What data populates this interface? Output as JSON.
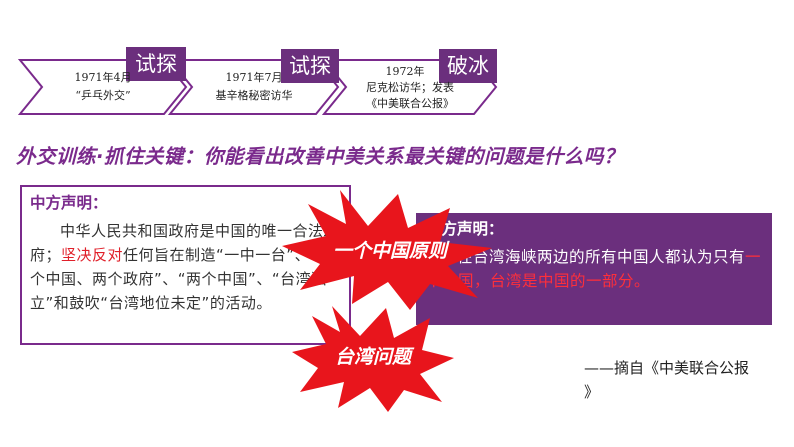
{
  "timeline": {
    "events": [
      {
        "tag": "试探",
        "date": "1971年4月",
        "desc": "“乒乓外交”"
      },
      {
        "tag": "试探",
        "date": "1971年7月",
        "desc": "基辛格秘密访华"
      },
      {
        "tag": "破冰",
        "date": "1972年",
        "desc_line1": "尼克松访华；发表",
        "desc_line2": "《中美联合公报》"
      }
    ]
  },
  "headline": "外交训练·抓住关键：你能看出改善中美关系最关键的问题是什么吗？",
  "china_statement": {
    "title": "中方声明：",
    "text_a": "中华人民共和国政府是中国的唯一合法政府；",
    "text_red": "坚决反对",
    "text_b": "任何旨在制造“一中一台”、“一个中国、两个政府”、“两个中国”、“台湾独立”和鼓吹“台湾地位未定”的活动。"
  },
  "us_statement": {
    "title": "美方声明：",
    "text_a": "在台湾海峡两边的所有中国人都认为只有",
    "text_red": "一个中国，台湾是中国的一部分。"
  },
  "bursts": {
    "top": "一个中国原则",
    "bottom": "台湾问题"
  },
  "source": {
    "line1": "——摘自《中美联合公报",
    "line2": "》"
  },
  "colors": {
    "purple": "#6b2f7d",
    "red": "#e0202a"
  }
}
